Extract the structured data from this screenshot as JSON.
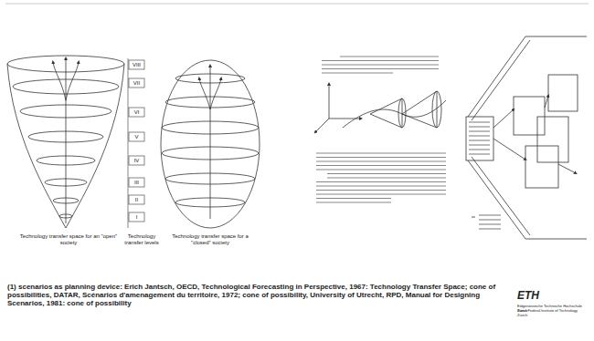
{
  "diagram": {
    "caption": "(1) scenarios as planning device: Erich Jantsch, OECD, Technological Forecasting in Perspective, 1967: Technology Transfer Space; cone of possibilities, DATAR, Scénarios d'amenagement du territoire, 1972; cone of possibility, University of Utrecht, RPD, Manual for Designing Scenarios, 1981: cone of possibility",
    "labels": [
      "VIII",
      "VII",
      "VI",
      "V",
      "IV",
      "III",
      "II",
      "I",
      "Technology transfer space for an \"open\" society",
      "Technology transfer levels",
      "Technology transfer space for a \"closed\" society",
      "ETH",
      "Eidgenössische Technische Hochschule Zürich",
      "Swiss Federal Institute of Technology Zurich"
    ]
  }
}
